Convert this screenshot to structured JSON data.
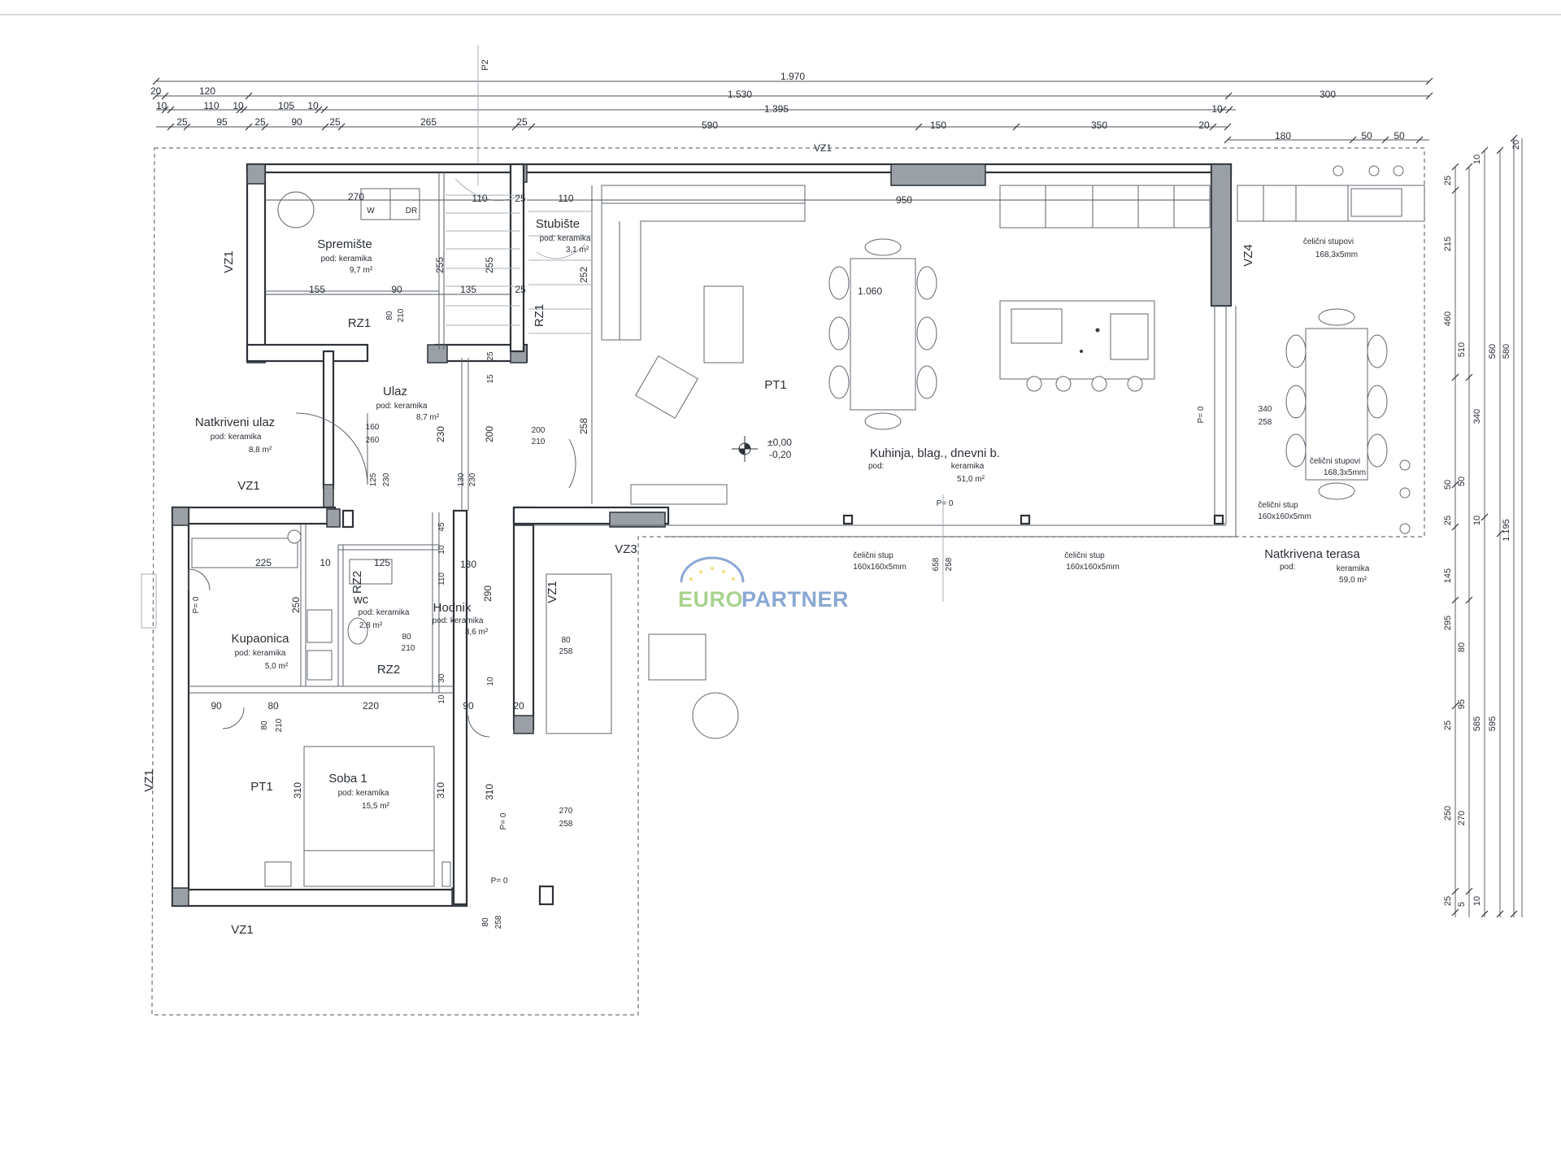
{
  "rooms": {
    "spremiste": {
      "name": "Spremište",
      "floor": "pod: keramika",
      "area": "9,7 m²"
    },
    "stubiste": {
      "name": "Stubište",
      "floor": "pod: keramika",
      "area": "3,1 m²"
    },
    "ulaz": {
      "name": "Ulaz",
      "floor": "pod: keramika",
      "area": "8,7 m²"
    },
    "natkriveni_ulaz": {
      "name": "Natkriveni ulaz",
      "floor": "pod:      keramika",
      "area": "8,8 m²"
    },
    "kuhinja": {
      "name": "Kuhinja, blag., dnevni b.",
      "floor": "pod:",
      "floor_material": "keramika",
      "area": "51,0 m²"
    },
    "kupaonica": {
      "name": "Kupaonica",
      "floor": "pod: keramika",
      "area": "5,0 m²"
    },
    "wc": {
      "name": "wc",
      "floor": "pod: keramika",
      "area": "2,8 m²"
    },
    "hodnik": {
      "name": "Hodnik",
      "floor": "pod: keramika",
      "area": "3,6 m²"
    },
    "soba": {
      "name": "Soba 1",
      "floor": "pod: keramika",
      "area": "15,5 m²"
    },
    "terasa": {
      "name": "Natkrivena terasa",
      "floor": "pod:",
      "floor_material": "keramika",
      "area": "59,0 m²"
    }
  },
  "tags": {
    "vz1": "VZ1",
    "vz3": "VZ3",
    "vz4": "VZ4",
    "rz1": "RZ1",
    "rz2": "RZ2",
    "pt1": "PT1",
    "p2": "P2",
    "level": "±0,00",
    "level2": "-0,20",
    "p0": "P= 0"
  },
  "columns": {
    "pair_label": "čelični stup",
    "pair_size": "160x160x5mm",
    "multi_label": "čelični stupovi",
    "multi_size": "168,3x5mm"
  },
  "dims_top": {
    "r1": [
      "1.970"
    ],
    "r2": [
      "20",
      "120",
      "1.530",
      "300"
    ],
    "r3": [
      "10",
      "110",
      "10",
      "105",
      "10",
      "1.395",
      "10"
    ],
    "r4": [
      "25",
      "95",
      "25",
      "90",
      "25",
      "265",
      "25",
      "590",
      "150",
      "350",
      "20"
    ],
    "r5": [
      "180",
      "50",
      "50"
    ]
  },
  "dims_right": {
    "c1": [
      "25",
      "215",
      "460",
      "50",
      "25",
      "145",
      "295",
      "25",
      "250",
      "25"
    ],
    "c2": [
      "510",
      "50",
      "80",
      "95",
      "270",
      "5"
    ],
    "c3": [
      "10",
      "340",
      "10",
      "585",
      "10"
    ],
    "c4": [
      "560",
      "595"
    ],
    "c5": [
      "580",
      "1.195"
    ],
    "c6": [
      "20"
    ]
  },
  "dims_inner": {
    "sp_w": "270",
    "w": "W",
    "dr": "DR",
    "st_a": "110",
    "st_b": "25",
    "st_c": "110",
    "k950": "950",
    "t1060": "1.060",
    "sp155": "155",
    "sp90": "90",
    "st135": "135",
    "st25": "25",
    "v255a": "255",
    "v255b": "255",
    "v252": "252",
    "v258": "258",
    "d80": "80",
    "d210": "210",
    "d160": "160",
    "d260": "260",
    "d125": "125",
    "d230": "230",
    "d130": "130",
    "d230b": "230",
    "d200": "200",
    "d200b": "200",
    "d210b": "210",
    "d15": "15",
    "d25": "25",
    "d340": "340",
    "d258": "258",
    "k225": "225",
    "k10": "10",
    "k250": "250",
    "wc125": "125",
    "h130": "130",
    "h290": "290",
    "h45": "45",
    "h10": "10",
    "h110": "110",
    "wc80": "80",
    "wc210": "210",
    "s90": "90",
    "s80": "80",
    "s220": "220",
    "s90b": "90",
    "s20": "20",
    "s80b": "80",
    "s210": "210",
    "s310": "310",
    "s310b": "310",
    "s310c": "310",
    "s270": "270",
    "s258": "258",
    "s80c": "80",
    "s258b": "258",
    "s10": "10",
    "s30": "30",
    "s10b": "10",
    "s80d": "80",
    "s258c": "258",
    "d258b": "258",
    "d658": "658"
  },
  "watermark": {
    "part1": "EURO",
    "part2": "PARTNER"
  },
  "colors": {
    "watermark_blue": "#3d6fb6",
    "watermark_green": "#6fb544",
    "wall_fill": "#9aa0a6"
  }
}
